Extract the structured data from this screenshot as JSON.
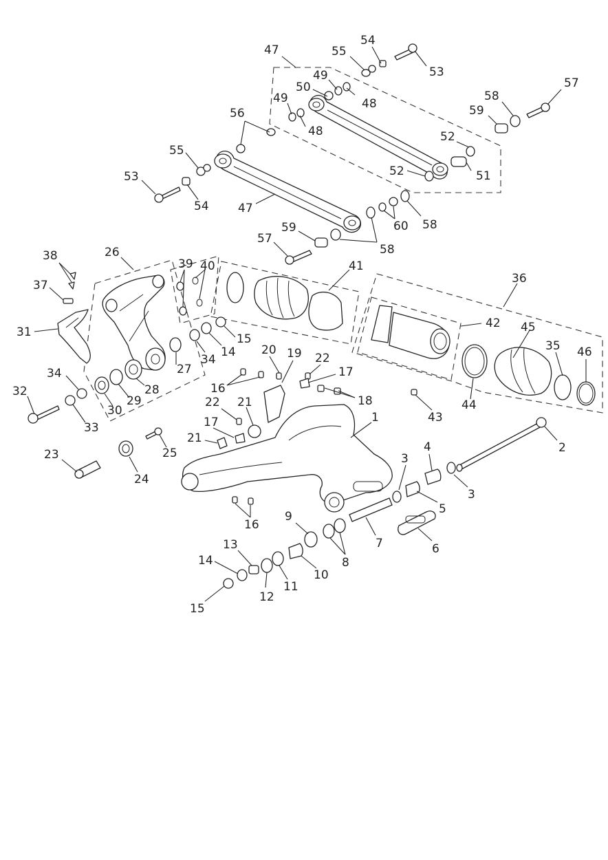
{
  "diagram": {
    "kind": "exploded parts diagram",
    "labels": {
      "p1": "1",
      "p2": "2",
      "p3a": "3",
      "p3b": "3",
      "p4": "4",
      "p5": "5",
      "p6": "6",
      "p7": "7",
      "p8": "8",
      "p9": "9",
      "p10": "10",
      "p11": "11",
      "p12": "12",
      "p13": "13",
      "p14a": "14",
      "p14b": "14",
      "p15a": "15",
      "p15b": "15",
      "p16a": "16",
      "p16b": "16",
      "p17a": "17",
      "p17b": "17",
      "p18": "18",
      "p19": "19",
      "p20": "20",
      "p21a": "21",
      "p21b": "21",
      "p22a": "22",
      "p22b": "22",
      "p23": "23",
      "p24": "24",
      "p25": "25",
      "p26": "26",
      "p27": "27",
      "p28": "28",
      "p29": "29",
      "p30": "30",
      "p31": "31",
      "p32": "32",
      "p33": "33",
      "p34a": "34",
      "p34b": "34",
      "p35": "35",
      "p36": "36",
      "p37": "37",
      "p38": "38",
      "p39": "39",
      "p40": "40",
      "p41": "41",
      "p42": "42",
      "p43": "43",
      "p44": "44",
      "p45": "45",
      "p46": "46",
      "p47a": "47",
      "p47b": "47",
      "p48a": "48",
      "p48b": "48",
      "p49a": "49",
      "p49b": "49",
      "p50": "50",
      "p51": "51",
      "p52a": "52",
      "p52b": "52",
      "p53a": "53",
      "p53b": "53",
      "p54a": "54",
      "p54b": "54",
      "p55a": "55",
      "p55b": "55",
      "p56": "56",
      "p57a": "57",
      "p57b": "57",
      "p58a": "58",
      "p58b": "58",
      "p58c": "58",
      "p59a": "59",
      "p59b": "59",
      "p60": "60"
    }
  }
}
